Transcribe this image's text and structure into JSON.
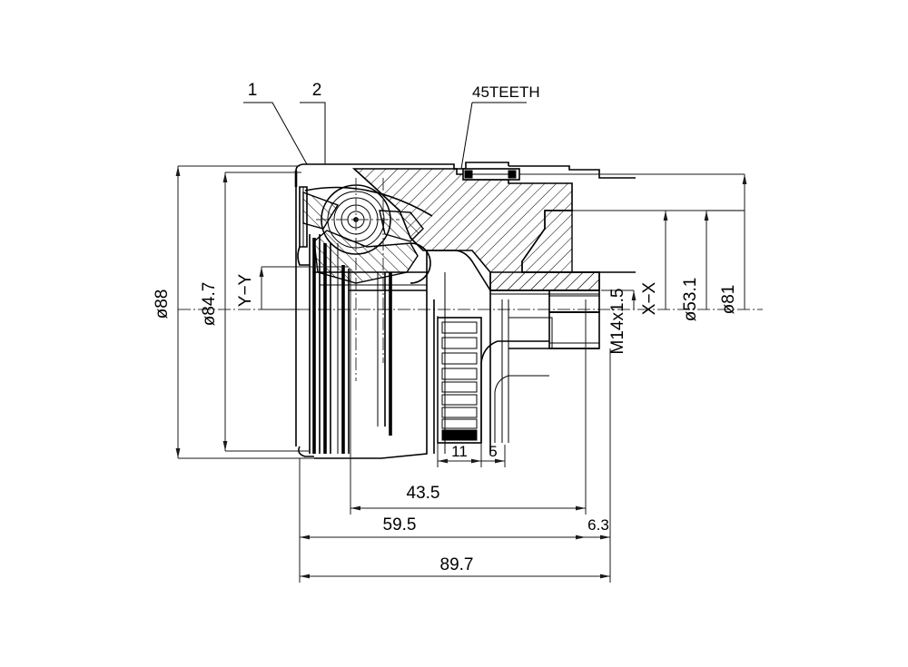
{
  "drawing": {
    "type": "engineering-cross-section",
    "subject": "CV joint / constant velocity outer joint cross-section",
    "background_color": "#ffffff",
    "line_color": "#000000"
  },
  "callouts": [
    {
      "id": "callout-1",
      "label": "1"
    },
    {
      "id": "callout-2",
      "label": "2"
    },
    {
      "id": "callout-teeth",
      "label": "45TEETH"
    }
  ],
  "vertical_dimensions": [
    {
      "id": "dia-88",
      "label": "ø88",
      "value": 88,
      "unit": "mm"
    },
    {
      "id": "dia-84-7",
      "label": "ø84.7",
      "value": 84.7,
      "unit": "mm"
    },
    {
      "id": "sec-yy",
      "label": "Y−Y",
      "value": null,
      "unit": ""
    },
    {
      "id": "thread-m14",
      "label": "M14x1.5",
      "value": null,
      "unit": ""
    },
    {
      "id": "sec-xx",
      "label": "X−X",
      "value": null,
      "unit": ""
    },
    {
      "id": "dia-53-1",
      "label": "ø53.1",
      "value": 53.1,
      "unit": "mm"
    },
    {
      "id": "dia-81",
      "label": "ø81",
      "value": 81,
      "unit": "mm"
    }
  ],
  "horizontal_dimensions": [
    {
      "id": "len-11",
      "label": "11",
      "value": 11,
      "unit": "mm"
    },
    {
      "id": "len-5",
      "label": "5",
      "value": 5,
      "unit": "mm"
    },
    {
      "id": "len-43-5",
      "label": "43.5",
      "value": 43.5,
      "unit": "mm"
    },
    {
      "id": "len-59-5",
      "label": "59.5",
      "value": 59.5,
      "unit": "mm"
    },
    {
      "id": "len-6-3",
      "label": "6.3",
      "value": 6.3,
      "unit": "mm"
    },
    {
      "id": "len-89-7",
      "label": "89.7",
      "value": 89.7,
      "unit": "mm"
    }
  ]
}
